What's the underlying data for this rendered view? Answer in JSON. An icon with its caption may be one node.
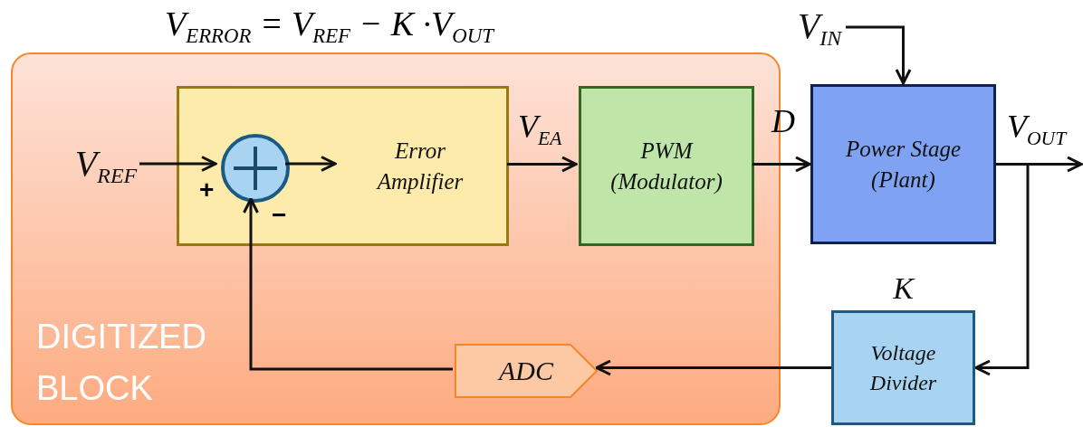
{
  "diagram": {
    "title": "V$_{ERROR}$ = V$_{REF}$ − K ·V$_{OUT}$",
    "nodes": [
      {
        "text": [
          "DIGITIZED BLOCK"
        ]
      },
      {
        "text": [
          "Error Amplifier"
        ],
        "in": 0
      },
      {
        "text": [],
        "shape": "circle",
        "in": 1
      },
      {
        "text": [
          "PWM (Modulator)"
        ],
        "in": 0
      },
      {
        "text": [
          "Power Stage (Plant)"
        ]
      },
      {
        "text": [
          "Voltage Divider"
        ],
        "beside": [
          "K"
        ]
      },
      {
        "text": [
          "ADC"
        ],
        "in": 0
      },
      {
        "text": [
          "V$_{REF}$"
        ],
        "in": 0
      },
      {
        "text": [
          "V$_{IN}$"
        ]
      }
    ],
    "edges": [
      {
        "from": 7,
        "to": 2,
        "arrow": "to"
      },
      {
        "from": 2,
        "to": null,
        "arrow": "to"
      },
      {
        "from": 1,
        "to": 3,
        "arrow": "to",
        "label": "V$_{EA}$"
      },
      {
        "from": 3,
        "to": 4,
        "arrow": "to",
        "label": "D"
      },
      {
        "from": 8,
        "to": 4,
        "arrow": "to"
      },
      {
        "from": 4,
        "to": null,
        "arrow": "to",
        "label": "V$_{OUT}$"
      },
      {
        "from": 4,
        "to": 5,
        "arrow": "to"
      },
      {
        "from": 5,
        "to": 6,
        "arrow": "to"
      },
      {
        "from": 6,
        "to": 2,
        "arrow": "to"
      }
    ],
    "labels": [
      "+",
      "−"
    ]
  }
}
